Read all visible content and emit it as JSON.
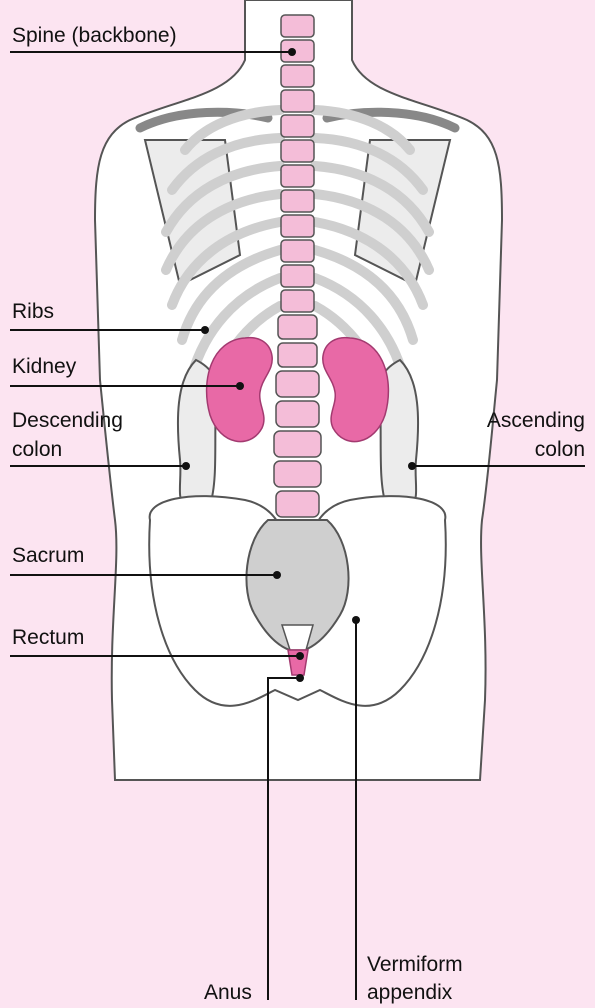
{
  "colors": {
    "background": "#fce4f1",
    "body_fill": "#ffffff",
    "outline": "#555555",
    "bone": "#d4d4d4",
    "spine": "#f4bdd8",
    "organ": "#e869a6",
    "leader": "#111111"
  },
  "labels": {
    "spine": "Spine (backbone)",
    "ribs": "Ribs",
    "kidney": "Kidney",
    "descending_colon_1": "Descending",
    "descending_colon_2": "colon",
    "ascending_colon_1": "Ascending",
    "ascending_colon_2": "colon",
    "sacrum": "Sacrum",
    "rectum": "Rectum",
    "anus": "Anus",
    "appendix_1": "Vermiform",
    "appendix_2": "appendix"
  }
}
